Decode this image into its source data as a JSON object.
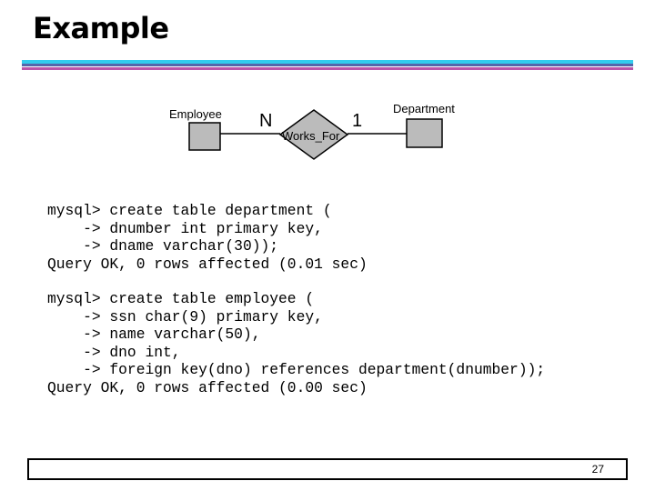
{
  "slide": {
    "title": "Example",
    "page_number": "27"
  },
  "diagram": {
    "entity_left": "Employee",
    "entity_right": "Department",
    "relationship": "Works_For",
    "cardinality_left": "N",
    "cardinality_right": "1"
  },
  "sql_block_1": [
    "mysql> create table department (",
    "    -> dnumber int primary key,",
    "    -> dname varchar(30));",
    "Query OK, 0 rows affected (0.01 sec)"
  ],
  "sql_block_2": [
    "mysql> create table employee (",
    "    -> ssn char(9) primary key,",
    "    -> name varchar(50),",
    "    -> dno int,",
    "    -> foreign key(dno) references department(dnumber));",
    "Query OK, 0 rows affected (0.00 sec)"
  ],
  "colors": {
    "accent_bar_top": "#33ccee",
    "accent_bar_middle": "#5566aa",
    "accent_bar_bottom": "#bb55aa",
    "entity_fill": "#bbbbbb"
  }
}
